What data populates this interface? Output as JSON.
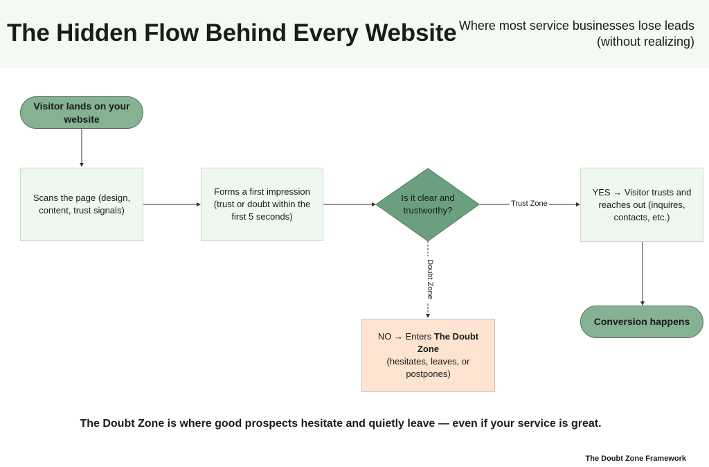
{
  "header": {
    "title": "The Hidden Flow Behind Every Website",
    "subtitle": "Where most service businesses lose leads (without realizing)"
  },
  "nodes": {
    "start": "Visitor lands on your website",
    "scan": "Scans the page (design, content, trust signals)",
    "impression": "Forms a first impression (trust or doubt within the first 5 seconds)",
    "decision": "Is it clear and trustworthy?",
    "yes": "YES → Visitor trusts and reaches out (inquires, contacts, etc.)",
    "conversion": "Conversion happens",
    "no_prefix": "NO → Enters ",
    "no_bold": "The Doubt Zone",
    "no_suffix": "(hesitates, leaves, or postpones)"
  },
  "edges": {
    "trust_zone": "Trust Zone",
    "doubt_zone": "Doubt Zone"
  },
  "footer": {
    "note": "The Doubt Zone is where good prospects hesitate and quietly leave — even if your service is great.",
    "brand": "The Doubt Zone Framework"
  },
  "colors": {
    "header_bg": "#f2faf3",
    "pill_fill": "#84b292",
    "process_fill": "#eef8ee",
    "decision_fill": "#6b9f7f",
    "doubt_fill": "#fde3d0"
  }
}
